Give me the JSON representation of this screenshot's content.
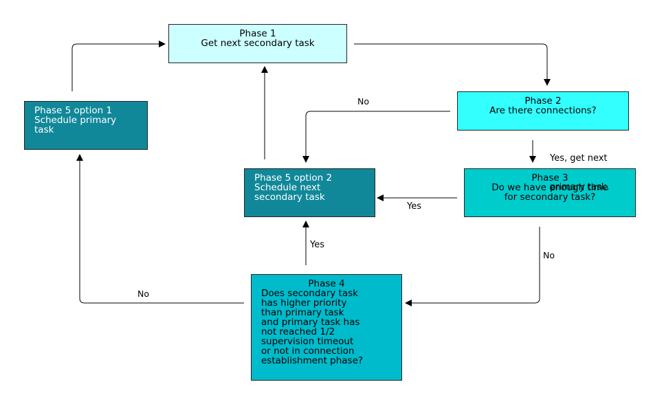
{
  "colors": {
    "phase1": "#ccffff",
    "phase2": "#33ffff",
    "phase3": "#00cccc",
    "phase4": "#00bbcc",
    "phase5": "#118899",
    "line": "#000000"
  },
  "nodes": {
    "phase1": {
      "title": "Phase 1",
      "lines": [
        "Get next secondary task"
      ]
    },
    "phase2": {
      "title": "Phase 2",
      "lines": [
        "Are there connections?"
      ]
    },
    "phase3": {
      "title": "Phase 3",
      "lines": [
        "Do we have enough time",
        "for secondary task?"
      ]
    },
    "phase4": {
      "title": "Phase 4",
      "lines": [
        "Does secondary task",
        "has higher priority",
        "than primary task",
        "and primary task has",
        "not reached 1/2",
        "supervision timeout",
        "or not in connection",
        "establishment phase?"
      ]
    },
    "phase5_opt1": {
      "title": "Phase 5 option 1",
      "lines": [
        "Schedule primary",
        "task"
      ]
    },
    "phase5_opt2": {
      "title": "Phase 5 option 2",
      "lines": [
        "Schedule next",
        "secondary task"
      ]
    }
  },
  "edge_labels": {
    "p2_no": "No",
    "p2_yes": [
      "Yes, get next",
      "primary task."
    ],
    "p3_yes": "Yes",
    "p3_no": "No",
    "p4_yes": "Yes",
    "p4_no": "No"
  }
}
